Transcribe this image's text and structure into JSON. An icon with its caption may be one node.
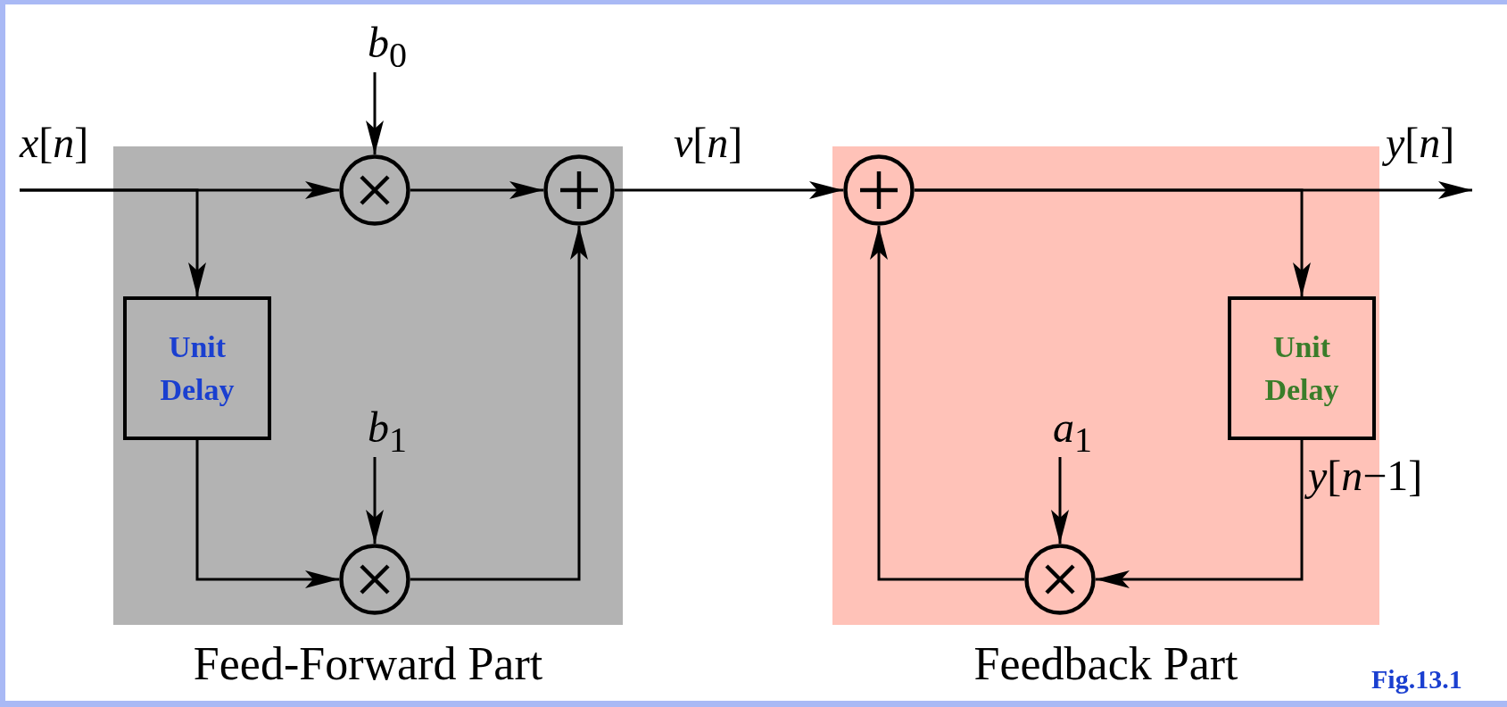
{
  "diagram": {
    "caption": "Fig.13.1",
    "nodes": [
      {
        "text": [
          "Feed-Forward Part"
        ]
      },
      {
        "text": [
          "Unit Delay"
        ],
        "in": 0
      },
      {
        "text": [],
        "shape": "circle",
        "in": 0
      },
      {
        "text": [],
        "shape": "circle",
        "in": 0
      },
      {
        "text": [],
        "shape": "circle",
        "in": 0
      },
      {
        "text": [
          "Feedback Part"
        ]
      },
      {
        "text": [],
        "shape": "circle",
        "in": 5
      },
      {
        "text": [
          "Unit Delay"
        ],
        "in": 5
      },
      {
        "text": [],
        "shape": "circle",
        "in": 5
      },
      {
        "text": [
          "*b*$_{0}$"
        ]
      },
      {
        "text": [
          "*b*$_{1}$"
        ],
        "in": 0
      },
      {
        "text": [
          "*a*$_{1}$"
        ],
        "in": 5
      }
    ],
    "edges": [
      {
        "from": null,
        "to": 2,
        "arrow": "to",
        "label": "*x*[*n*]"
      },
      {
        "from": null,
        "to": 1,
        "arrow": "to"
      },
      {
        "from": 9,
        "to": 2,
        "arrow": "to"
      },
      {
        "from": 2,
        "to": 3,
        "arrow": "to"
      },
      {
        "from": 1,
        "to": 4,
        "arrow": "to"
      },
      {
        "from": 10,
        "to": 4,
        "arrow": "to"
      },
      {
        "from": 4,
        "to": 3,
        "arrow": "to"
      },
      {
        "from": 3,
        "to": 6,
        "arrow": "to",
        "label": "*v*[*n*]"
      },
      {
        "from": 6,
        "to": null,
        "arrow": "to",
        "label": "*y*[*n*]"
      },
      {
        "from": 6,
        "to": 7,
        "arrow": "to"
      },
      {
        "from": 7,
        "to": 8,
        "arrow": "to",
        "label": "*y*[*n*−1]"
      },
      {
        "from": 11,
        "to": 8,
        "arrow": "to"
      },
      {
        "from": 8,
        "to": 6,
        "arrow": "to"
      }
    ]
  }
}
